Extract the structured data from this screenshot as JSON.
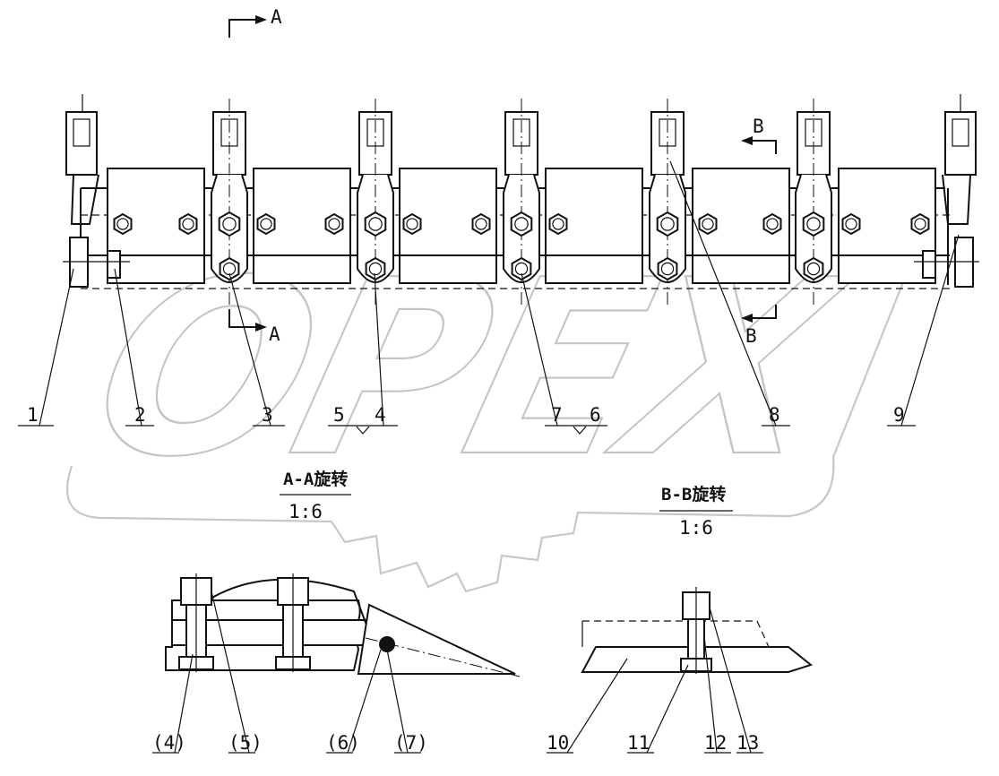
{
  "watermark": {
    "text": "OPEX",
    "icon": "gear-icon"
  },
  "section_marks": {
    "a": "A",
    "b": "B"
  },
  "part_labels": [
    "1",
    "2",
    "3",
    "5",
    "4",
    "7",
    "6",
    "8",
    "9"
  ],
  "view_aa": {
    "title": "A-A旋转",
    "scale": "1:6",
    "labels": [
      "(4)",
      "(5)",
      "(6)",
      "(7)"
    ]
  },
  "view_bb": {
    "title": "B-B旋转",
    "scale": "1:6",
    "labels": [
      "10",
      "11",
      "12",
      "13"
    ]
  }
}
